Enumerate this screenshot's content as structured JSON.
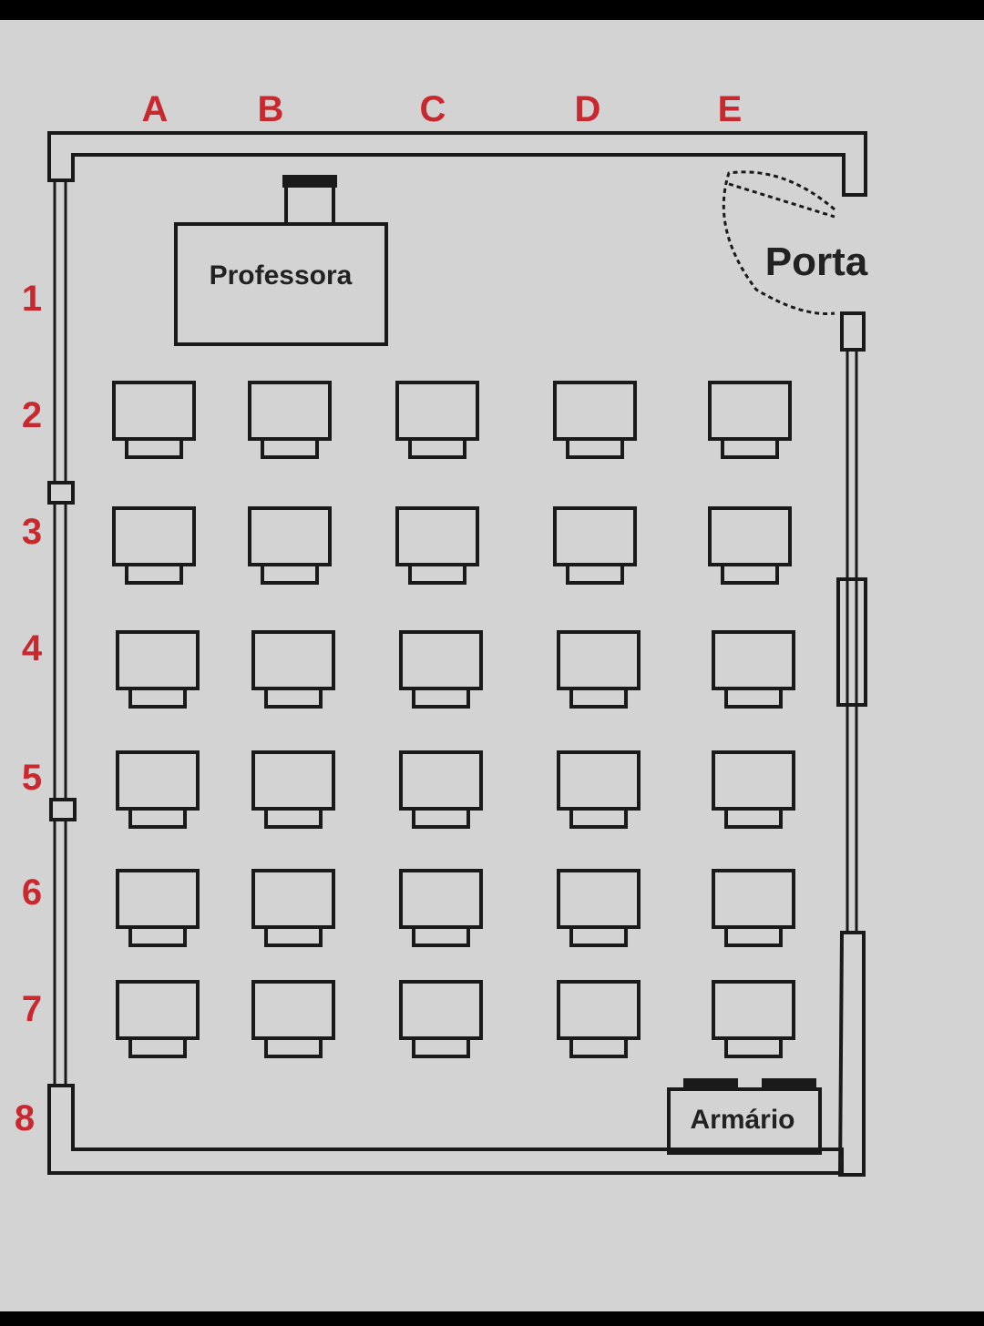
{
  "columns": [
    "A",
    "B",
    "C",
    "D",
    "E"
  ],
  "rows": [
    "1",
    "2",
    "3",
    "4",
    "5",
    "6",
    "7",
    "8"
  ],
  "teacher_desk_label": "Professora",
  "door_label": "Porta",
  "cabinet_label": "Armário",
  "desk_grid": {
    "rows": 6,
    "columns": 5
  },
  "colors": {
    "background": "#d3d3d3",
    "frame": "#000000",
    "label_red": "#c8282e",
    "lines": "#1a1a1a"
  }
}
